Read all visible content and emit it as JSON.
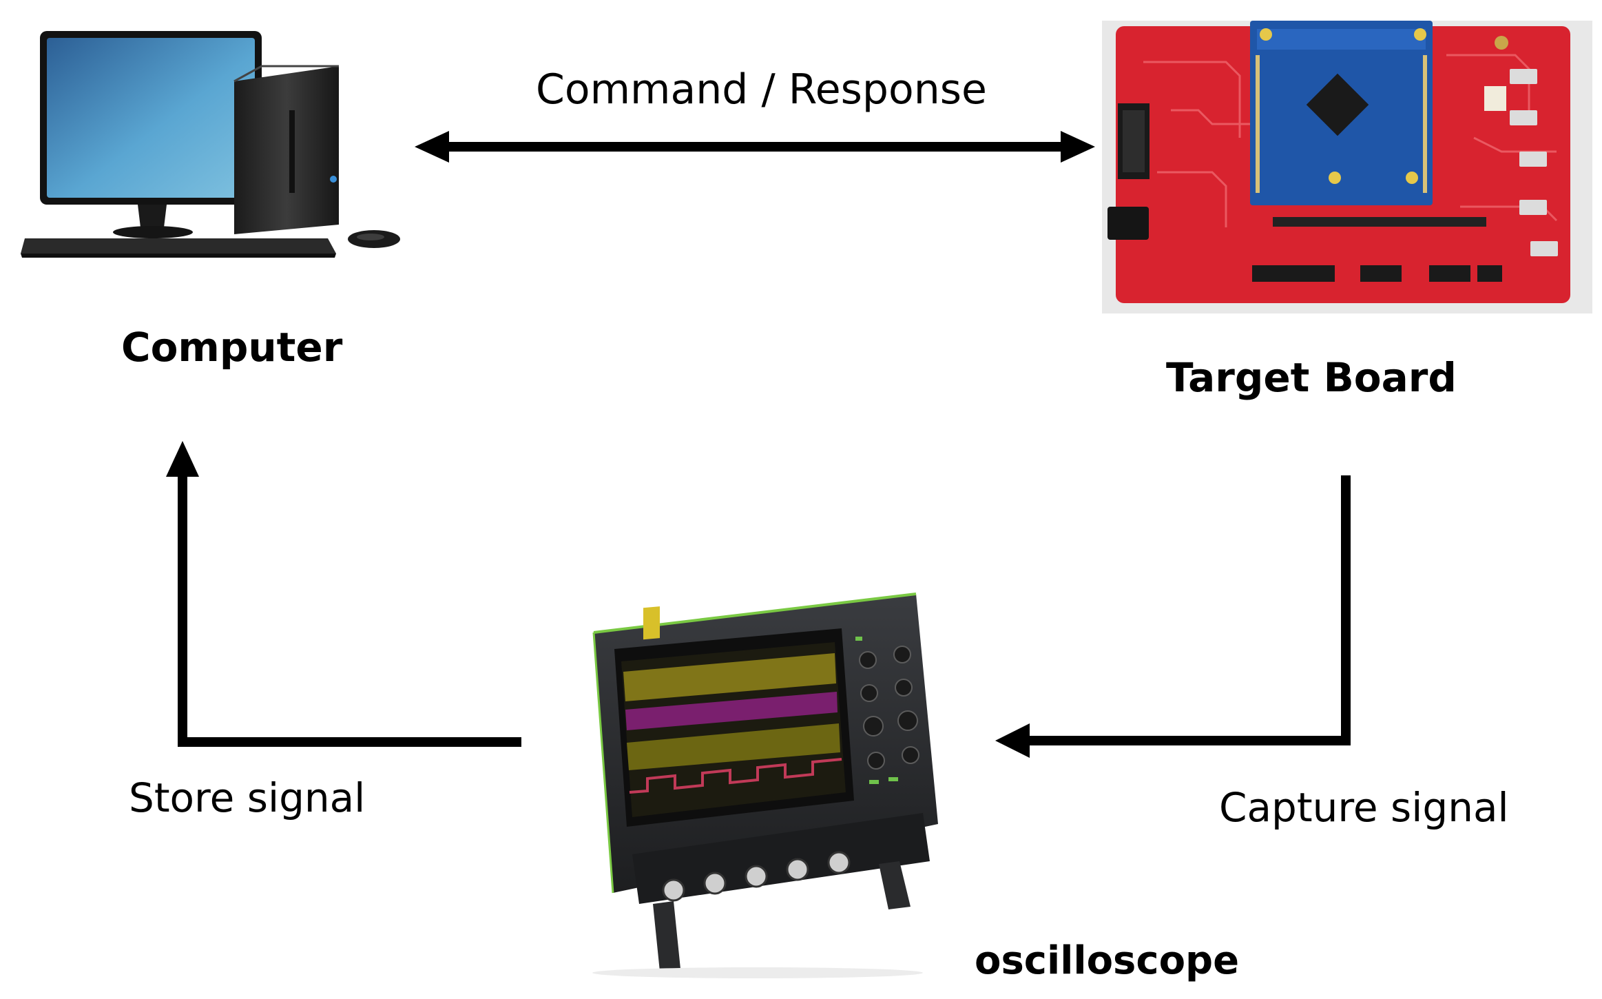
{
  "diagram": {
    "nodes": {
      "computer": {
        "label": "Computer",
        "icon": "computer-icon"
      },
      "target_board": {
        "label": "Target Board",
        "icon": "circuit-board-icon"
      },
      "oscilloscope": {
        "label": "oscilloscope",
        "icon": "oscilloscope-icon"
      }
    },
    "edges": {
      "command_response": {
        "label": "Command / Response",
        "from": "computer",
        "to": "target_board",
        "bidirectional": true
      },
      "capture_signal": {
        "label": "Capture signal",
        "from": "target_board",
        "to": "oscilloscope"
      },
      "store_signal": {
        "label": "Store signal",
        "from": "oscilloscope",
        "to": "computer"
      }
    },
    "colors": {
      "arrow": "#000000",
      "board_red": "#d8232f",
      "board_module_blue": "#1f56a8",
      "monitor_screen": "#4f9ccd",
      "scope_body": "#2b2d30",
      "scope_accent_green": "#7ac943"
    }
  }
}
